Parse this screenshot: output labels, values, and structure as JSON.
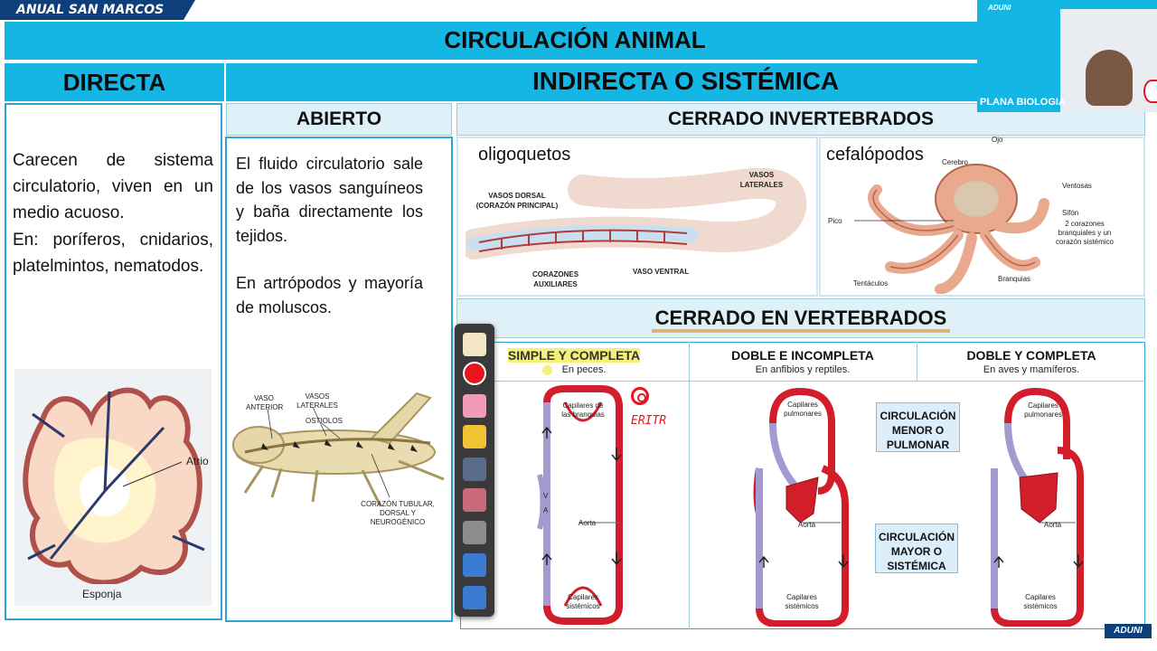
{
  "brand": "ANUAL SAN MARCOS",
  "title": "CIRCULACIÓN ANIMAL",
  "directa": {
    "heading": "DIRECTA",
    "text1": "Carecen de sistema circulatorio, viven en un medio acuoso.",
    "text2": "En: poríferos, cnidarios, platelmintos, nematodos.",
    "image_labels": {
      "atrio": "Atrio",
      "esponja": "Esponja"
    }
  },
  "indirecta": {
    "heading": "INDIRECTA O SISTÉMICA"
  },
  "abierto": {
    "heading": "ABIERTO",
    "text1": "El fluido circulatorio sale de los vasos sanguíneos y baña directamente los tejidos.",
    "text2": "En artrópodos y mayoría de moluscos.",
    "image_labels": {
      "vaso_anterior": "VASO ANTERIOR",
      "vasos_laterales": "VASOS LATERALES",
      "ostiolos": "OSTIOLOS",
      "corazon": "CORAZÓN TUBULAR, DORSAL Y NEUROGÉNICO"
    }
  },
  "invertebrados": {
    "heading": "CERRADO INVERTEBRADOS",
    "oligoquetos": {
      "title": "oligoquetos",
      "labels": {
        "vasos_dorsal": "VASOS DORSAL (CORAZÓN PRINCIPAL)",
        "vasos_laterales": "VASOS LATERALES",
        "corazones": "CORAZONES AUXILIARES",
        "vaso_ventral": "VASO VENTRAL"
      }
    },
    "cefalopodos": {
      "title": "cefalópodos",
      "labels": {
        "ojo": "Ojo",
        "cerebro": "Cerebro",
        "ventosas": "Ventosas",
        "pico": "Pico",
        "sifon": "Sifón",
        "corazones": "2 corazones branquiales y un corazón sistémico",
        "tentaculos": "Tentáculos",
        "branquias": "Branquias"
      }
    }
  },
  "vertebrados": {
    "heading": "CERRADO EN VERTEBRADOS",
    "columns": [
      {
        "title": "SIMPLE Y COMPLETA",
        "subtitle": "En peces."
      },
      {
        "title": "DOBLE E INCOMPLETA",
        "subtitle": "En anfibios y reptiles."
      },
      {
        "title": "DOBLE Y COMPLETA",
        "subtitle": "En aves y mamíferos."
      }
    ],
    "diagram_labels": {
      "capilares_branquias": "Capilares de las branquias",
      "capilares_pulmonares": "Capilares pulmonares",
      "aorta": "Aorta",
      "capilares_sistemicos": "Capilares sistémicos",
      "a": "A",
      "v": "V"
    },
    "boxes": {
      "menor": "CIRCULACIÓN MENOR O PULMONAR",
      "mayor": "CIRCULACIÓN MAYOR O SISTÉMICA"
    },
    "annotation": "ERITR"
  },
  "webcam": {
    "caption": "PLANA BIOLOGIA",
    "logo": "ADUNI"
  },
  "footer_logo": "ADUNI"
}
